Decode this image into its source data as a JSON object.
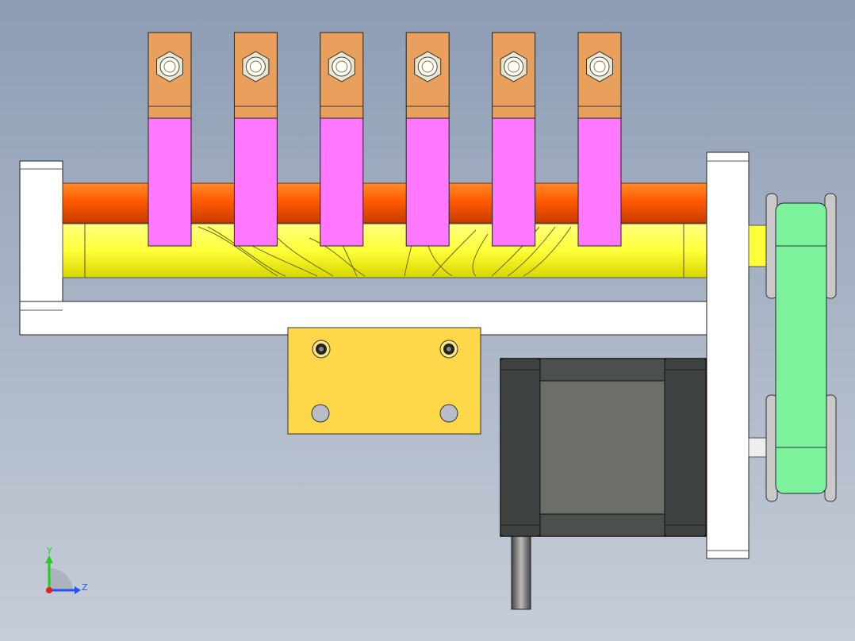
{
  "viewport": {
    "background_top": "#8d9db5",
    "background_bottom": "#c7cdd8"
  },
  "colors": {
    "copper_tab": "#e8a05c",
    "pink_sleeve": "#ff78ff",
    "orange_rod": "#ff5a00",
    "yellow_coil": "#ffff3a",
    "frame_white": "#ffffff",
    "mount_plate": "#ffd84a",
    "motor_body": "#6b6e69",
    "motor_cap": "#3e4240",
    "belt_green": "#7cf29c",
    "pulley_grey": "#c9c9c9"
  },
  "tabs": {
    "count": 6
  },
  "triad": {
    "y_label": "Y",
    "z_label": "Z",
    "y_color": "#22cc22",
    "z_color": "#2255ee",
    "origin_color": "#dd2222"
  }
}
